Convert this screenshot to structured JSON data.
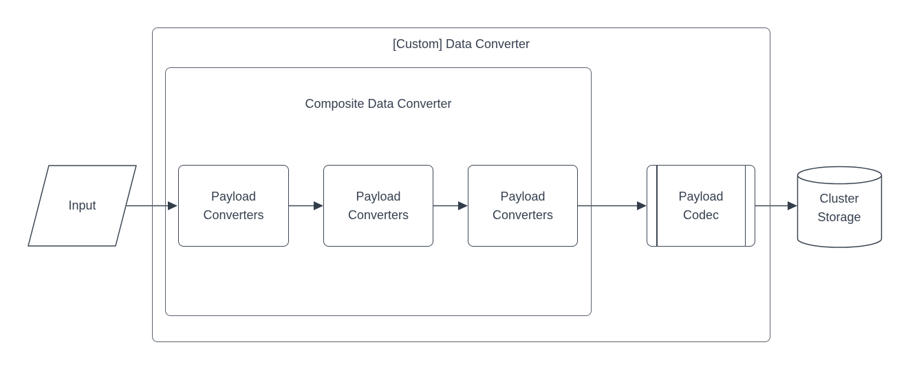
{
  "diagram": {
    "outer_container_title": "[Custom] Data Converter",
    "composite_container_title": "Composite Data Converter",
    "input_label": "Input",
    "payload_converter_labels": [
      "Payload Converters",
      "Payload Converters",
      "Payload Converters"
    ],
    "payload_codec_label": "Payload Codec",
    "cluster_storage_label": "Cluster Storage",
    "colors": {
      "shape_stroke": "#3c4654",
      "container_stroke": "#5a626c",
      "text": "#36404f",
      "background": "#ffffff"
    }
  }
}
